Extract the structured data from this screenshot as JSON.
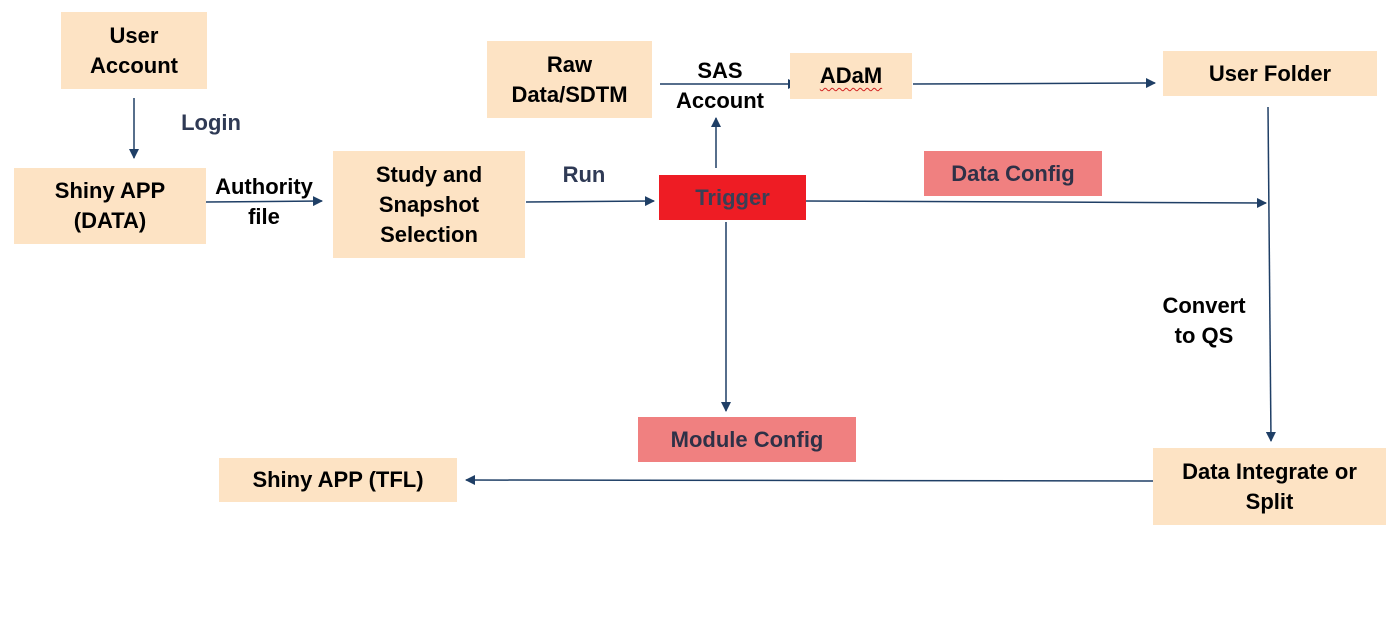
{
  "nodes": {
    "user_account": "User\nAccount",
    "shiny_app_data": "Shiny APP\n(DATA)",
    "study_snapshot": "Study and\nSnapshot\nSelection",
    "raw_data": "Raw\nData/SDTM",
    "adam": "ADaM",
    "user_folder": "User Folder",
    "trigger": "Trigger",
    "data_config": "Data Config",
    "module_config": "Module Config",
    "shiny_app_tfl": "Shiny APP (TFL)",
    "data_integrate": "Data Integrate or\nSplit"
  },
  "labels": {
    "login": "Login",
    "authority_file": "Authority\nfile",
    "run": "Run",
    "sas_account": "SAS\nAccount",
    "convert_qs": "Convert\nto QS"
  },
  "colors": {
    "box_fill": "#fde3c4",
    "config_fill": "#f08080",
    "trigger_fill": "#ee1c24",
    "arrow": "#1f3f66"
  }
}
